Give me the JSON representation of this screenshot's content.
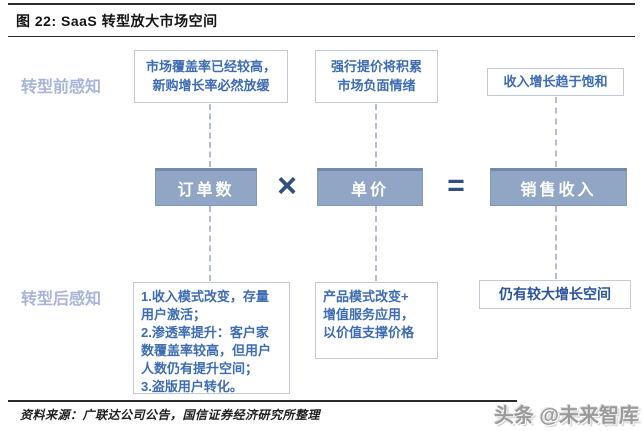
{
  "header": {
    "title": "图 22:  SaaS 转型放大市场空间"
  },
  "row_labels": {
    "before": "转型前感知",
    "after": "转型后感知"
  },
  "before_notes": {
    "orders": "市场覆盖率已经较高，\n新购增长率必然放缓",
    "price": "强行提价将积累\n市场负面情绪",
    "revenue": "收入增长趋于饱和"
  },
  "formula": {
    "orders": "订单数",
    "times": "×",
    "price": "单价",
    "equals": "=",
    "revenue": "销售收入"
  },
  "after_notes": {
    "orders": "1.收入模式改变，存量\n用户激活；\n2.渗透率提升：客户家\n数覆盖率较高，但用户\n人数仍有提升空间；\n3.盗版用户转化。",
    "price": "产品模式改变+\n增值服务应用，\n以价值支撑价格",
    "revenue": "仍有较大增长空间"
  },
  "footer": {
    "source": "资料来源：广联达公司公告，国信证券经济研究所整理",
    "watermark": "头条 @未来智库"
  },
  "colors": {
    "note_text_blue": "#3e6cb3",
    "factor_box_fill": "#91a6c5",
    "row_label_blue": "#a9b4d9",
    "operator_navy": "#31507f",
    "dash_gray": "#b4bdc9"
  }
}
